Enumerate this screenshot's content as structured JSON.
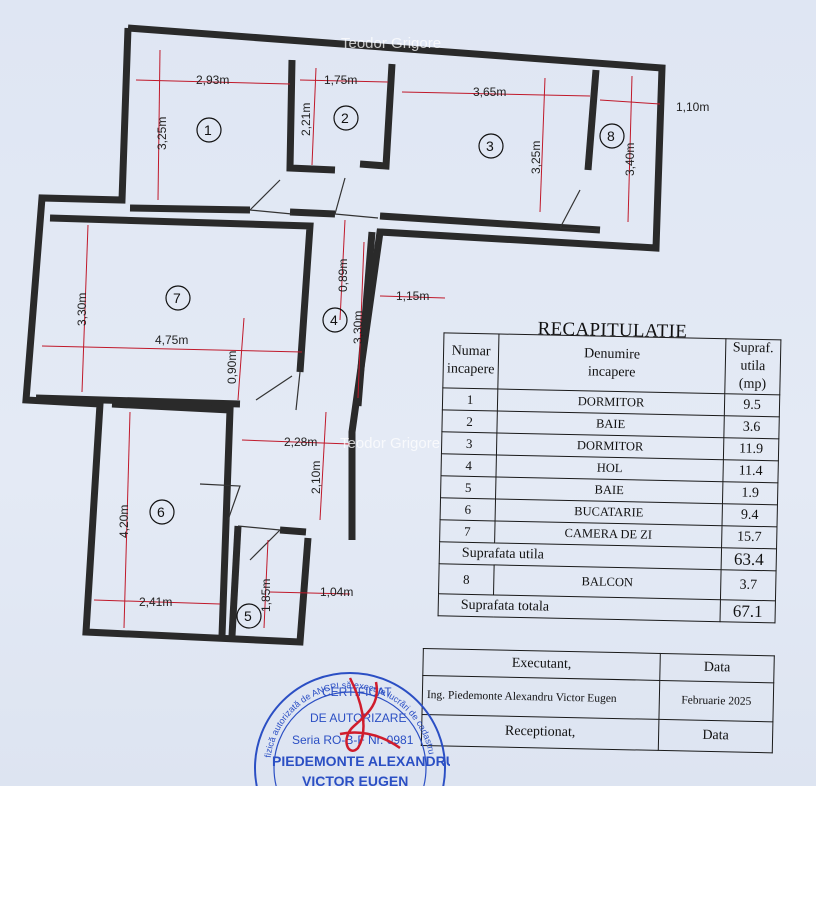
{
  "watermark": {
    "top": "Teodor Grigore",
    "middle": "Teodor Grigore"
  },
  "plan": {
    "dimensions": {
      "d1": "2,93m",
      "d2": "1,75m",
      "d3": "3,65m",
      "d4": "1,10m",
      "d5": "3,25m",
      "d6": "2,21m",
      "d7": "3,25m",
      "d8": "3,40m",
      "d9": "3,30m",
      "d10": "4,75m",
      "d11": "0,89m",
      "d12": "1,15m",
      "d13": "3,30m",
      "d14": "0,90m",
      "d15": "2,28m",
      "d16": "2,10m",
      "d17": "4,20m",
      "d18": "2,41m",
      "d19": "1,85m",
      "d20": "1,04m"
    },
    "rooms": [
      "1",
      "2",
      "3",
      "4",
      "5",
      "6",
      "7",
      "8"
    ]
  },
  "recap": {
    "title": "RECAPITULATIE",
    "headers": {
      "numar_l1": "Numar",
      "numar_l2": "incapere",
      "den_l1": "Denumire",
      "den_l2": "incapere",
      "supr_l1": "Supraf.",
      "supr_l2": "utila",
      "supr_l3": "(mp)"
    },
    "rows": [
      {
        "nr": "1",
        "name": "DORMITOR",
        "area": "9.5"
      },
      {
        "nr": "2",
        "name": "BAIE",
        "area": "3.6"
      },
      {
        "nr": "3",
        "name": "DORMITOR",
        "area": "11.9"
      },
      {
        "nr": "4",
        "name": "HOL",
        "area": "11.4"
      },
      {
        "nr": "5",
        "name": "BAIE",
        "area": "1.9"
      },
      {
        "nr": "6",
        "name": "BUCATARIE",
        "area": "9.4"
      },
      {
        "nr": "7",
        "name": "CAMERA DE ZI",
        "area": "15.7"
      }
    ],
    "util_label": "Suprafata utila",
    "util_value": "63.4",
    "balcon": {
      "nr": "8",
      "name": "BALCON",
      "area": "3.7"
    },
    "total_label": "Suprafata totala",
    "total_value": "67.1",
    "executant_label": "Executant,",
    "data_label": "Data",
    "executant_name": "Ing. Piedemonte Alexandru Victor Eugen",
    "executant_date": "Februarie 2025",
    "receptionat_label": "Receptionat,",
    "data_label2": "Data"
  },
  "stamp": {
    "ring": "fizică autorizată de ANCPI să execute lucrări de cadastru",
    "line1": "CERTIFICAT",
    "line2": "DE AUTORIZARE",
    "line3": "Seria RO-B-F Nr. 0981",
    "line4": "PIEDEMONTE ALEXANDRU",
    "line5": "VICTOR EUGEN"
  }
}
